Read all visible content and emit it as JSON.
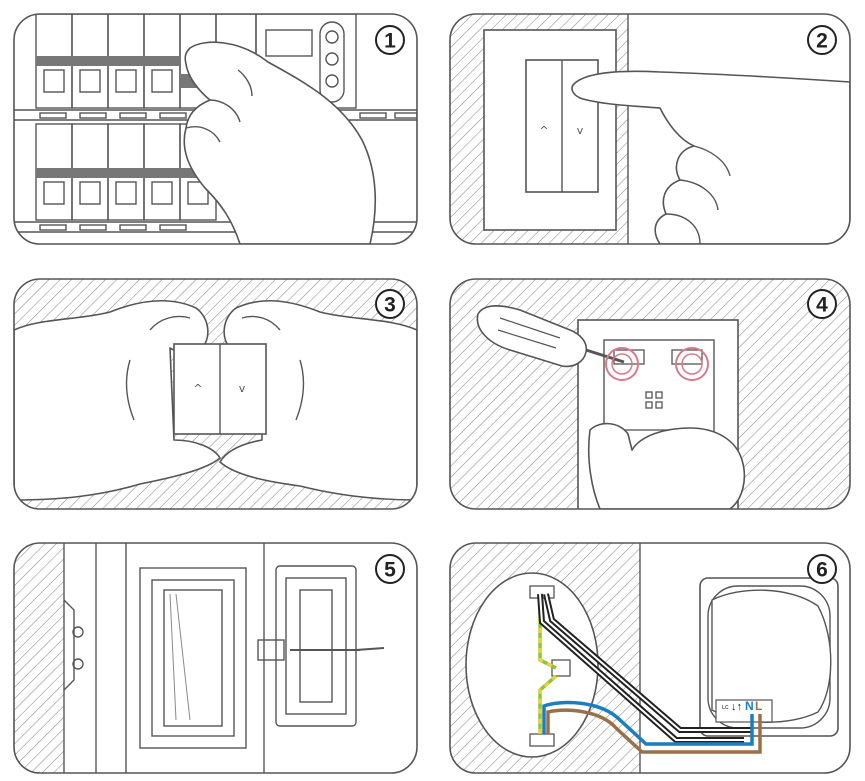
{
  "panels": [
    {
      "step": "1"
    },
    {
      "step": "2"
    },
    {
      "step": "3"
    },
    {
      "step": "4"
    },
    {
      "step": "5"
    },
    {
      "step": "6"
    }
  ],
  "terminals": {
    "small": "LC",
    "arrows": "↓↑",
    "n": "N",
    "l": "L"
  },
  "colors": {
    "line": "#555555",
    "hatch": "#8a8a8a",
    "breaker_lever": "#777777",
    "highlight": "#d87a8a",
    "neutral_wire": "#1a7fc1",
    "live_wire": "#9a7048",
    "earth_green": "#8cc63f",
    "earth_yellow": "#e8d23a",
    "step_circle": "#222222"
  }
}
